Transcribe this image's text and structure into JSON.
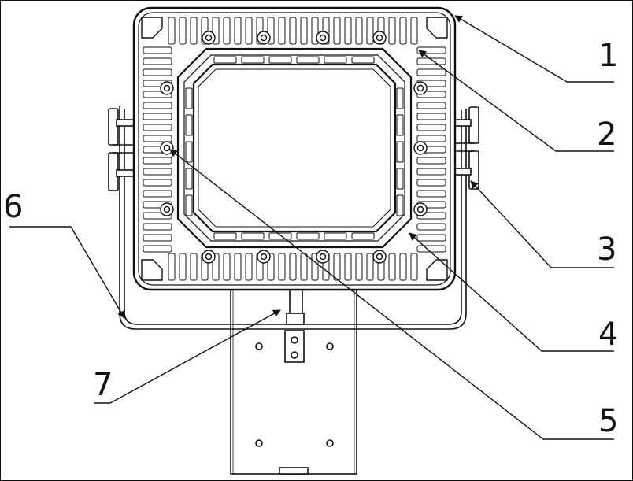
{
  "diagram": {
    "line_color": "#111111",
    "background": "#ffffff",
    "callouts": [
      {
        "id": "1",
        "label": "1"
      },
      {
        "id": "2",
        "label": "2"
      },
      {
        "id": "3",
        "label": "3"
      },
      {
        "id": "4",
        "label": "4"
      },
      {
        "id": "5",
        "label": "5"
      },
      {
        "id": "6",
        "label": "6"
      },
      {
        "id": "7",
        "label": "7"
      }
    ]
  }
}
